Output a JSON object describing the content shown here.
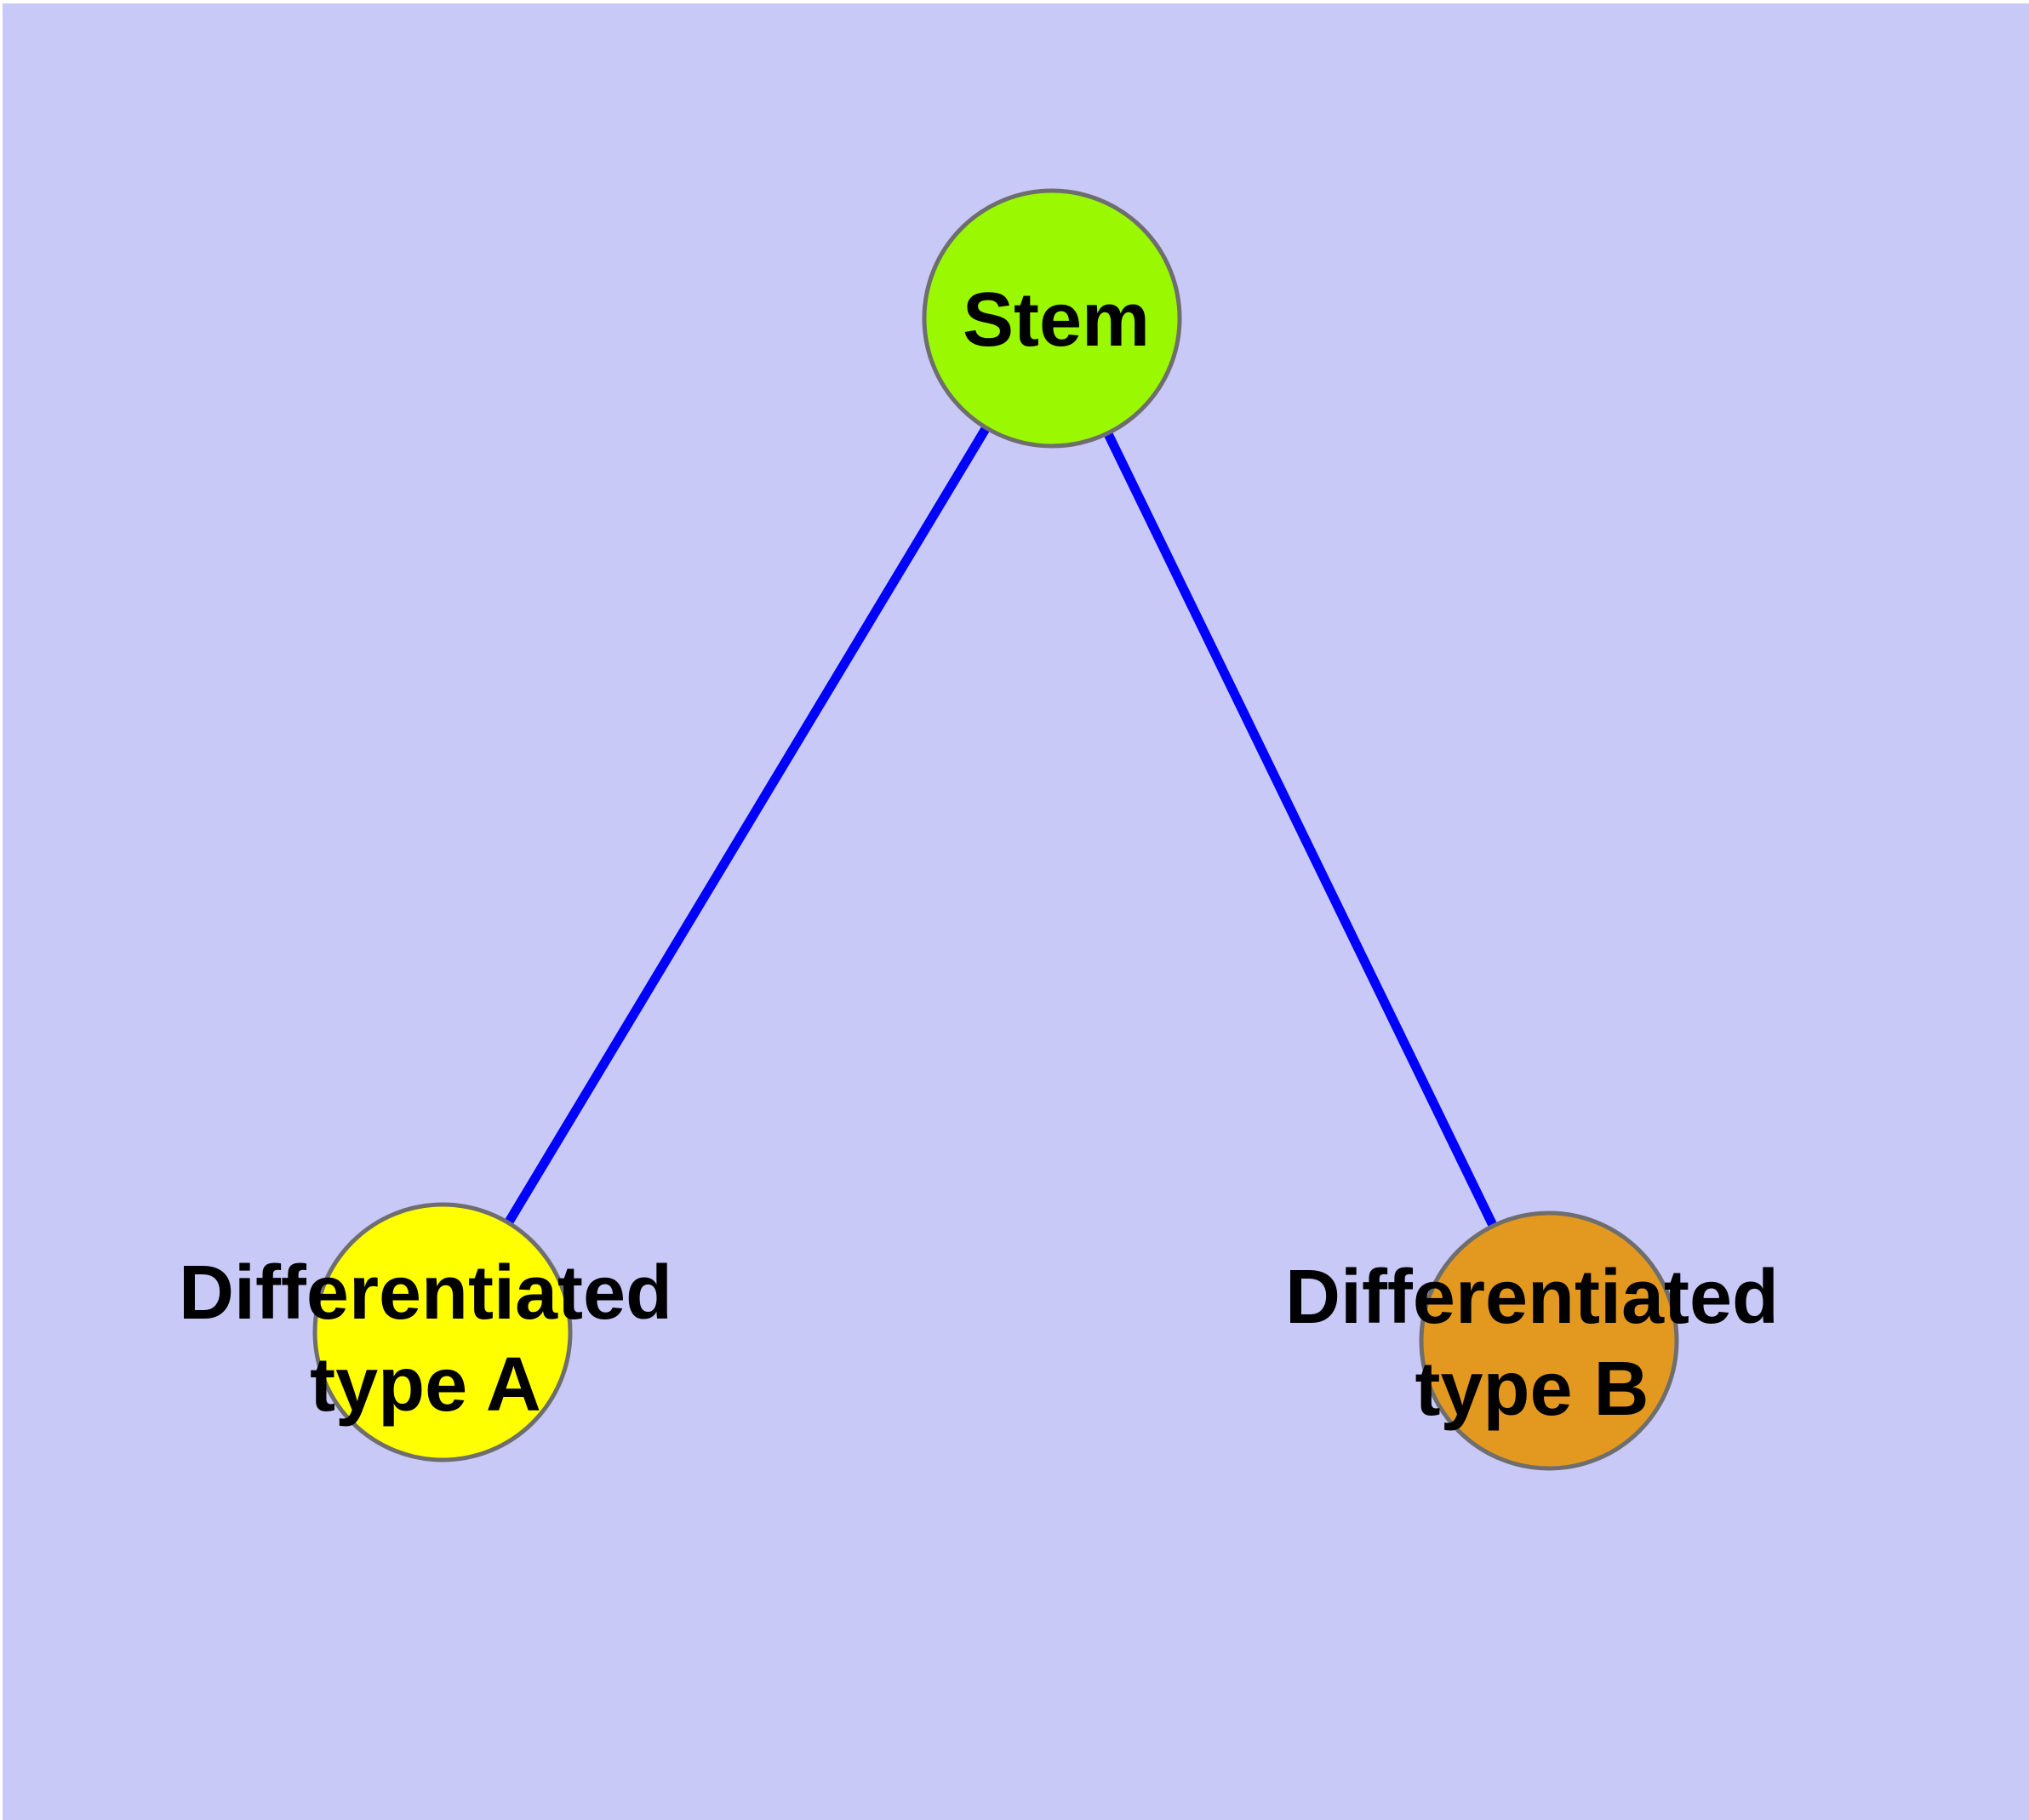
{
  "figure": {
    "type": "graph-diagram",
    "description": "Stem cell differentiation graph with one root node and two child nodes",
    "background_color": "#c9c9f8",
    "frame_color": "#ffffff",
    "edge_color": "#0000ff",
    "node_border_color": "#6e6e6e",
    "label_color": "#000000",
    "nodes": {
      "stem": {
        "label": "Stem",
        "fill": "#9af900"
      },
      "typeA": {
        "label_line1": "Differentiated",
        "label_line2": "type A",
        "fill": "#ffff00"
      },
      "typeB": {
        "label_line1": "Differentiated",
        "label_line2": "type B",
        "fill": "#e3991f"
      }
    },
    "edges": [
      {
        "from": "Stem",
        "to": "Differentiated type A"
      },
      {
        "from": "Stem",
        "to": "Differentiated type B"
      }
    ]
  }
}
